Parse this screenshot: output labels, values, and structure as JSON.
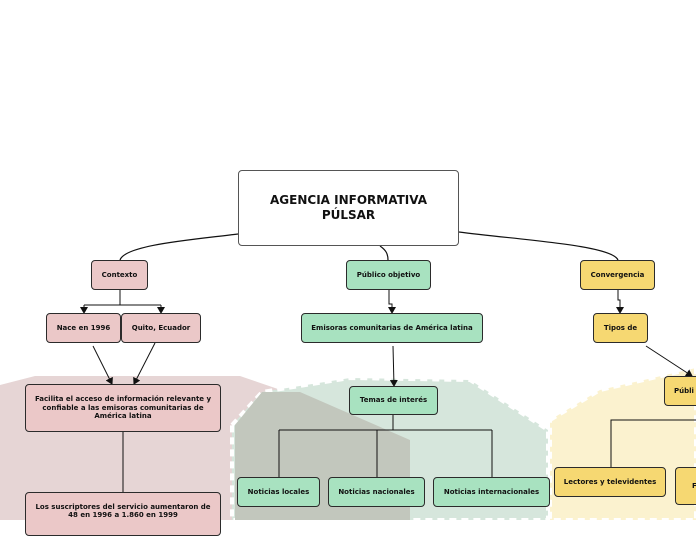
{
  "root": {
    "title": "AGENCIA INFORMATIVA PÚLSAR"
  },
  "contexto": {
    "label": "Contexto",
    "children": [
      "Nace en 1996",
      "Quito, Ecuador"
    ],
    "detail1": "Facilita el acceso de información relevante y confiable a las emisoras comunitarias de América latina",
    "detail2": "Los suscriptores del servicio aumentaron de 48 en 1996 a 1.860 en 1999"
  },
  "publico_objetivo": {
    "label": "Público objetivo",
    "child": "Emisoras comunitarias de América latina",
    "temas": "Temas de interés",
    "leaves": [
      "Noticias locales",
      "Noticias nacionales",
      "Noticias internacionales"
    ]
  },
  "convergencia": {
    "label": "Convergencia",
    "child": "Tipos de",
    "publico": "Públi",
    "leaves": [
      "Lectores y televidentes",
      "F"
    ]
  },
  "colors": {
    "pink": "#ebc8c8",
    "green": "#a8e2c0",
    "yellow": "#f6d872",
    "pink_region": "#e6d5d5",
    "green_region": "#d6e6dc",
    "yellow_region": "#fbf2cf"
  }
}
